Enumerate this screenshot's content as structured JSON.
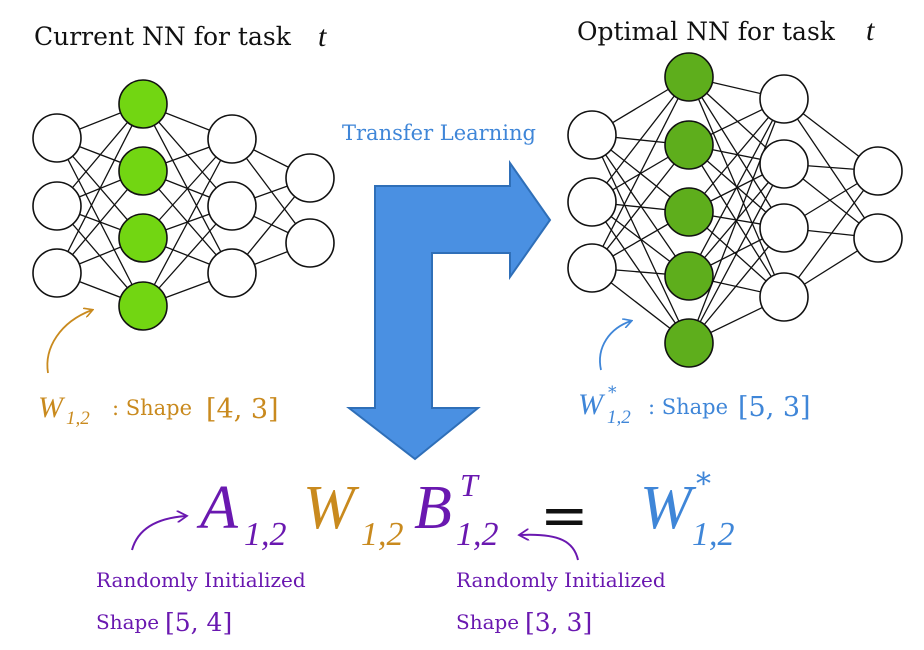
{
  "colors": {
    "orange": "#C98A1E",
    "blue": "#3F86D8",
    "purple": "#6A18B0",
    "black": "#111111",
    "neuron_green": "#72D612",
    "neuron_green_dark": "#5EAE1C",
    "arrow_fill": "#4A90E2",
    "arrow_stroke": "#2F6FB8"
  },
  "current": {
    "title": "Current NN for task",
    "task": "t",
    "w_sym": "W",
    "w_sub": "1,2",
    "shape_label": ": Shape",
    "shape_val": "[4, 3]"
  },
  "optimal": {
    "title": "Optimal NN for task",
    "task": "t",
    "w_sym": "W",
    "w_sup": "*",
    "w_sub": "1,2",
    "shape_label": ": Shape",
    "shape_val": "[5, 3]"
  },
  "transfer_label": "Transfer Learning",
  "equation": {
    "a_sym": "A",
    "a_sub": "1,2",
    "w_sym": "W",
    "w_sub": "1,2",
    "b_sym": "B",
    "b_sup": "T",
    "b_sub": "1,2",
    "eq": "=",
    "r_sym": "W",
    "r_sup": "*",
    "r_sub": "1,2"
  },
  "left_note": {
    "line1": "Randomly Initialized",
    "line2": "Shape",
    "shape_val": "[5, 4]"
  },
  "right_note": {
    "line1": "Randomly Initialized",
    "line2": "Shape",
    "shape_val": "[3, 3]"
  },
  "icons": [
    "neural-network-left",
    "neural-network-right",
    "transfer-arrow",
    "pointer-arrow"
  ]
}
